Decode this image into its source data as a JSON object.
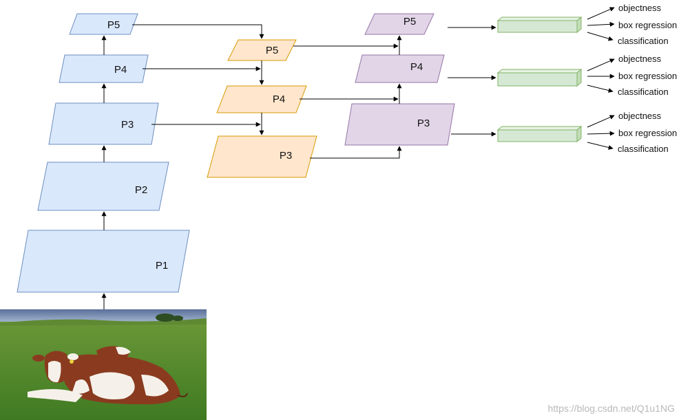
{
  "backbone": {
    "p5": "P5",
    "p4": "P4",
    "p3": "P3",
    "p2": "P2",
    "p1": "P1"
  },
  "fpn": {
    "p5": "P5",
    "p4": "P4",
    "p3": "P3"
  },
  "pan": {
    "p5": "P5",
    "p4": "P4",
    "p3": "P3"
  },
  "heads": [
    {
      "objectness": "objectness",
      "box_regression": "box regression",
      "classification": "classification"
    },
    {
      "objectness": "objectness",
      "box_regression": "box regression",
      "classification": "classification"
    },
    {
      "objectness": "objectness",
      "box_regression": "box regression",
      "classification": "classification"
    }
  ],
  "input_image": {
    "subject": "cow lying in grass field"
  },
  "watermark": "https://blog.csdn.net/Q1u1NG",
  "colors": {
    "backbone": "#dae8fc",
    "fpn": "#ffe6cc",
    "pan": "#e1d5e7",
    "head": "#d5e8d4"
  }
}
